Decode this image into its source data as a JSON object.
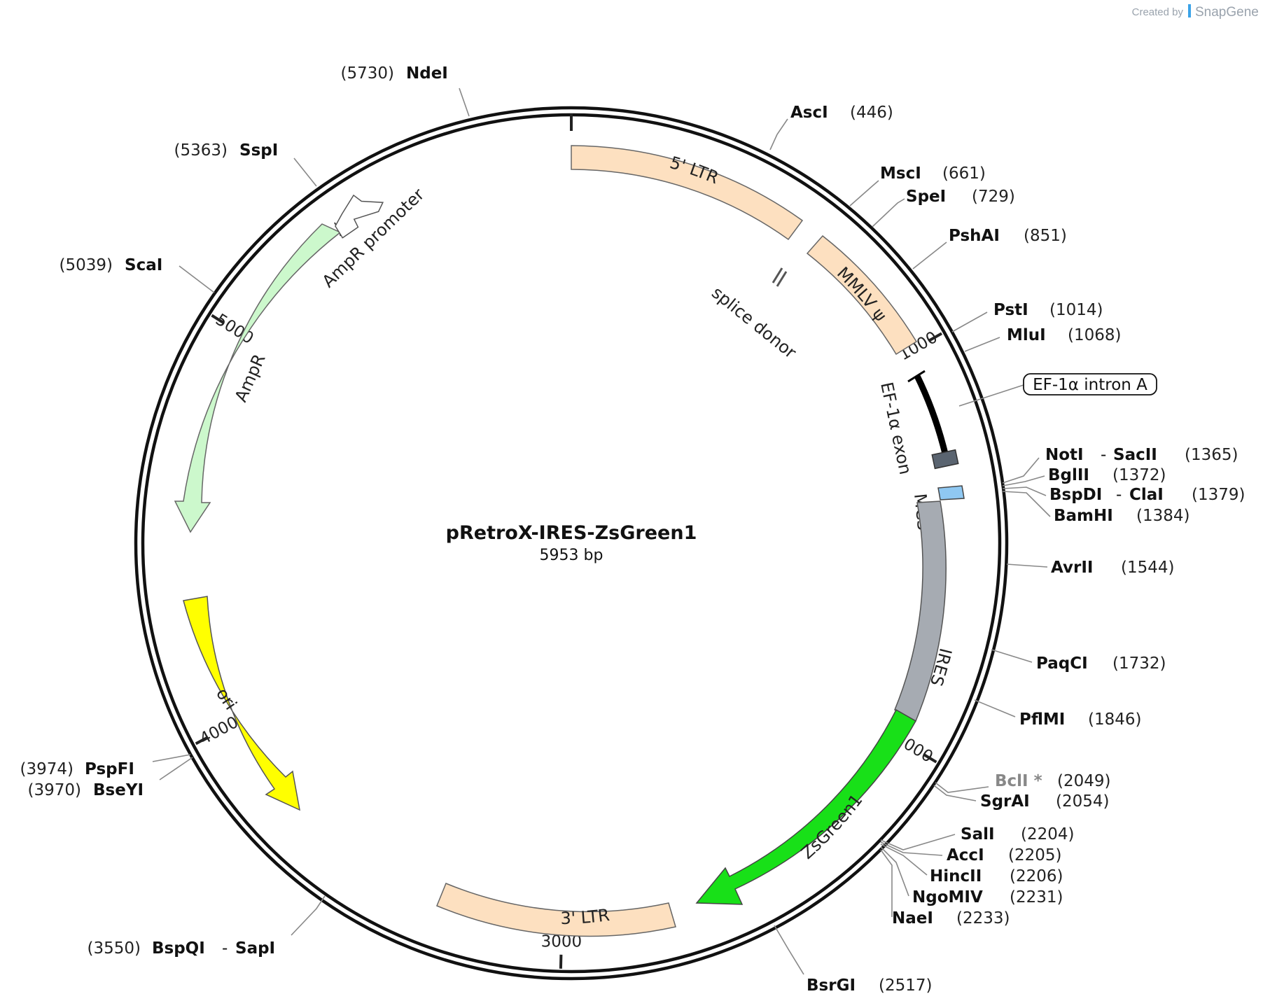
{
  "credit": {
    "prefix": "Created by",
    "brand": "SnapGene",
    "color": "#9aa3ad"
  },
  "plasmid": {
    "name": "pRetroX-IRES-ZsGreen1",
    "length_label": "5953 bp"
  },
  "ticks": [
    {
      "bp": 1000,
      "label": "1000"
    },
    {
      "bp": 2000,
      "label": "2000"
    },
    {
      "bp": 3000,
      "label": "3000"
    },
    {
      "bp": 4000,
      "label": "4000"
    },
    {
      "bp": 5000,
      "label": "5000"
    }
  ],
  "features": [
    {
      "name": "5' LTR",
      "color": "#fde0c0"
    },
    {
      "name": "MMLV ψ",
      "color": "#fde0c0"
    },
    {
      "name": "splice donor",
      "color": "#555555"
    },
    {
      "name": "EF-1α exon",
      "color": "#000000"
    },
    {
      "name": "MCS",
      "color": "#8fc8f2"
    },
    {
      "name": "IRES",
      "color": "#a6abb2"
    },
    {
      "name": "ZsGreen1",
      "color": "#18e018"
    },
    {
      "name": "3' LTR",
      "color": "#fde0c0"
    },
    {
      "name": "ori",
      "color": "#ffff00"
    },
    {
      "name": "AmpR",
      "color": "#ccf8cc"
    },
    {
      "name": "AmpR promoter",
      "color": "#ffffff"
    }
  ],
  "boxed_feature": {
    "name": "EF-1α intron A"
  },
  "sites": [
    {
      "enzyme": "NdeI",
      "position": "(5730)"
    },
    {
      "enzyme": "AscI",
      "position": "(446)"
    },
    {
      "enzyme": "SspI",
      "position": "(5363)"
    },
    {
      "enzyme": "MscI",
      "position": "(661)"
    },
    {
      "enzyme": "SpeI",
      "position": "(729)"
    },
    {
      "enzyme": "PshAI",
      "position": "(851)"
    },
    {
      "enzyme": "ScaI",
      "position": "(5039)"
    },
    {
      "enzyme": "PstI",
      "position": "(1014)"
    },
    {
      "enzyme": "MluI",
      "position": "(1068)"
    },
    {
      "enzyme": "NotI",
      "enzyme2": "SacII",
      "position": "(1365)"
    },
    {
      "enzyme": "BglII",
      "position": "(1372)"
    },
    {
      "enzyme": "BspDI",
      "enzyme2": "ClaI",
      "position": "(1379)"
    },
    {
      "enzyme": "BamHI",
      "position": "(1384)"
    },
    {
      "enzyme": "AvrII",
      "position": "(1544)"
    },
    {
      "enzyme": "PaqCI",
      "position": "(1732)"
    },
    {
      "enzyme": "PflMI",
      "position": "(1846)"
    },
    {
      "enzyme": "PspFI",
      "position": "(3974)"
    },
    {
      "enzyme": "BseYI",
      "position": "(3970)"
    },
    {
      "enzyme": "BclI *",
      "position": "(2049)"
    },
    {
      "enzyme": "SgrAI",
      "position": "(2054)"
    },
    {
      "enzyme": "SalI",
      "position": "(2204)"
    },
    {
      "enzyme": "AccI",
      "position": "(2205)"
    },
    {
      "enzyme": "HincII",
      "position": "(2206)"
    },
    {
      "enzyme": "NgoMIV",
      "position": "(2231)"
    },
    {
      "enzyme": "NaeI",
      "position": "(2233)"
    },
    {
      "enzyme": "BspQI",
      "enzyme2": "SapI",
      "position": "(3550)"
    },
    {
      "enzyme": "BsrGI",
      "position": "(2517)"
    }
  ]
}
